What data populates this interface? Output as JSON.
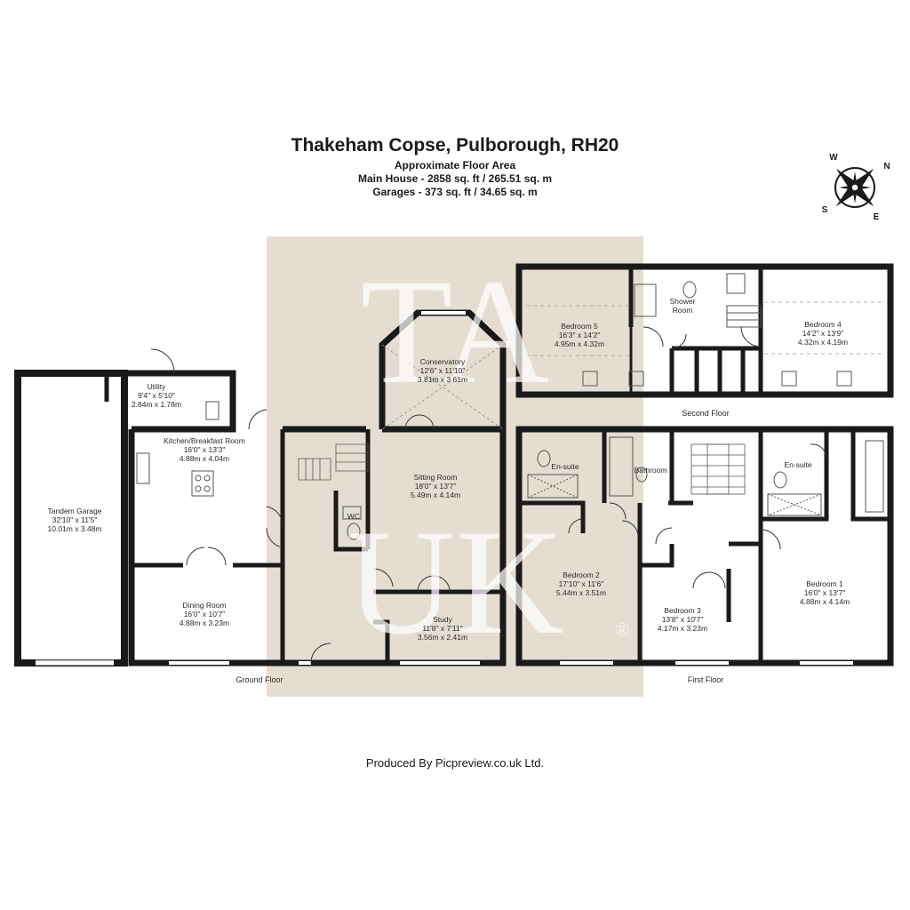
{
  "header": {
    "title": "Thakeham Copse, Pulborough, RH20",
    "subtitle": "Approximate Floor Area",
    "main_house": "Main House - 2858 sq. ft / 265.51 sq. m",
    "garages": "Garages - 373 sq. ft / 34.65 sq. m"
  },
  "compass": {
    "w": "W",
    "n": "N",
    "s": "S",
    "e": "E"
  },
  "watermark": {
    "line1": "TA",
    "line2": "UK",
    "mark": "®"
  },
  "floors": {
    "ground": "Ground Floor",
    "first": "First Floor",
    "second": "Second Floor"
  },
  "rooms": {
    "utility": {
      "name": "Utility",
      "imperial": "9'4\" x 5'10\"",
      "metric": "2.84m x 1.78m"
    },
    "kitchen": {
      "name": "Kitchen/Breakfast Room",
      "imperial": "16'0\" x 13'3\"",
      "metric": "4.88m x 4.04m"
    },
    "garage": {
      "name": "Tandem Garage",
      "imperial": "32'10\" x 11'5\"",
      "metric": "10.01m x 3.48m"
    },
    "dining": {
      "name": "Dining Room",
      "imperial": "16'0\" x 10'7\"",
      "metric": "4.88m x 3.23m"
    },
    "conservatory": {
      "name": "Conservatory",
      "imperial": "12'6\" x 11'10\"",
      "metric": "3.81m x 3.61m"
    },
    "wc": {
      "name": "WC"
    },
    "sitting": {
      "name": "Sitting Room",
      "imperial": "18'0\" x 13'7\"",
      "metric": "5.49m x 4.14m"
    },
    "study": {
      "name": "Study",
      "imperial": "11'8\" x 7'11\"",
      "metric": "3.56m x 2.41m"
    },
    "bedroom5": {
      "name": "Bedroom 5",
      "imperial": "16'3\" x 14'2\"",
      "metric": "4.95m x 4.32m"
    },
    "shower": {
      "name1": "Shower",
      "name2": "Room"
    },
    "bedroom4": {
      "name": "Bedroom 4",
      "imperial": "14'2\" x 13'9\"",
      "metric": "4.32m x 4.19m"
    },
    "ensuite2": {
      "name": "En-suite"
    },
    "bathroom": {
      "name": "Bathroom"
    },
    "ensuite1": {
      "name": "En-suite"
    },
    "bedroom2": {
      "name": "Bedroom 2",
      "imperial": "17'10\" x 11'6\"",
      "metric": "5.44m x 3.51m"
    },
    "bedroom3": {
      "name": "Bedroom 3",
      "imperial": "13'8\" x 10'7\"",
      "metric": "4.17m x 3.23m"
    },
    "bedroom1": {
      "name": "Bedroom 1",
      "imperial": "16'0\" x 13'7\"",
      "metric": "4.88m x 4.14m"
    }
  },
  "footer": {
    "credit": "Produced By Picpreview.co.uk Ltd."
  }
}
